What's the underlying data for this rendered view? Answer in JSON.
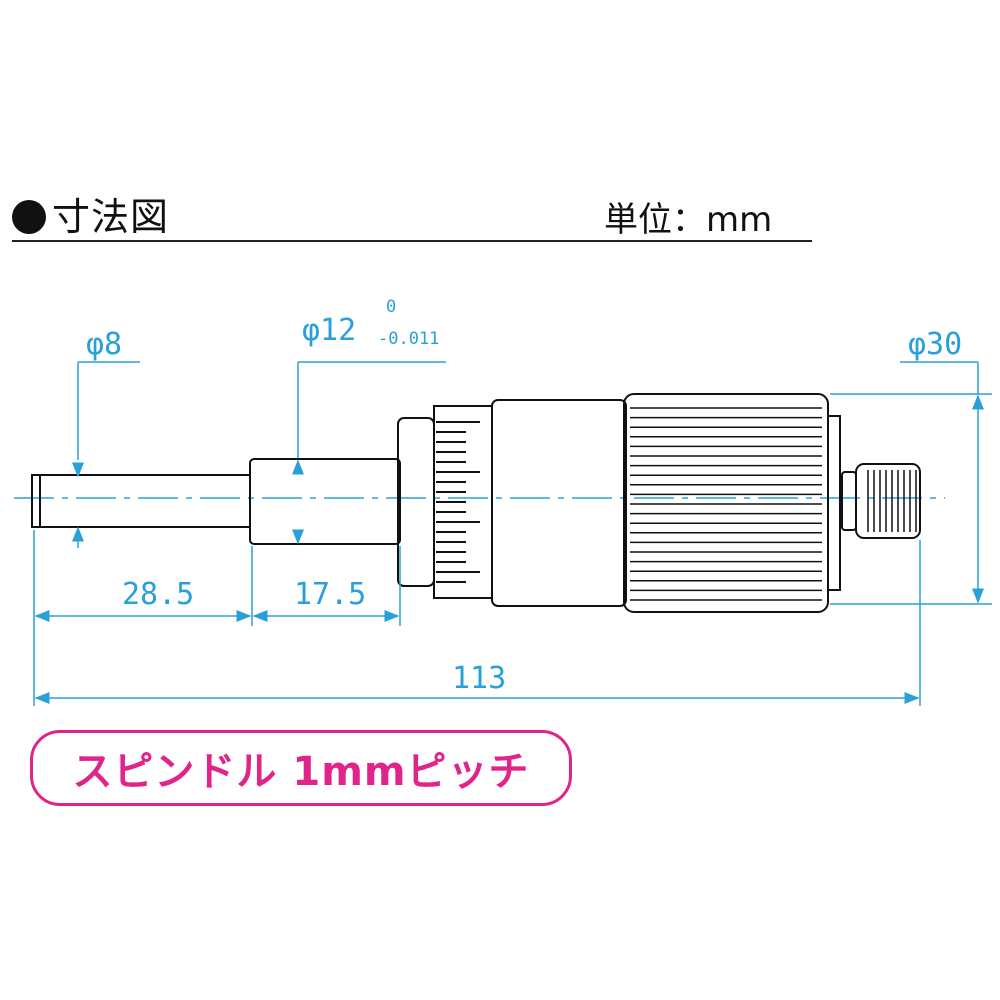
{
  "header": {
    "title": "寸法図",
    "unit_label": "単位：mm"
  },
  "dimensions": {
    "spindle_dia": "φ8",
    "sleeve_dia": "φ12",
    "sleeve_tol_upper": "0",
    "sleeve_tol_lower": "-0.011",
    "thimble_dia": "φ30",
    "len_spindle": "28.5",
    "len_sleeve": "17.5",
    "len_total": "113"
  },
  "badge": {
    "text": "スピンドル 1mmピッチ"
  },
  "colors": {
    "dimension": "#2aa0d8",
    "badge": "#e0248a",
    "line": "#111111"
  }
}
